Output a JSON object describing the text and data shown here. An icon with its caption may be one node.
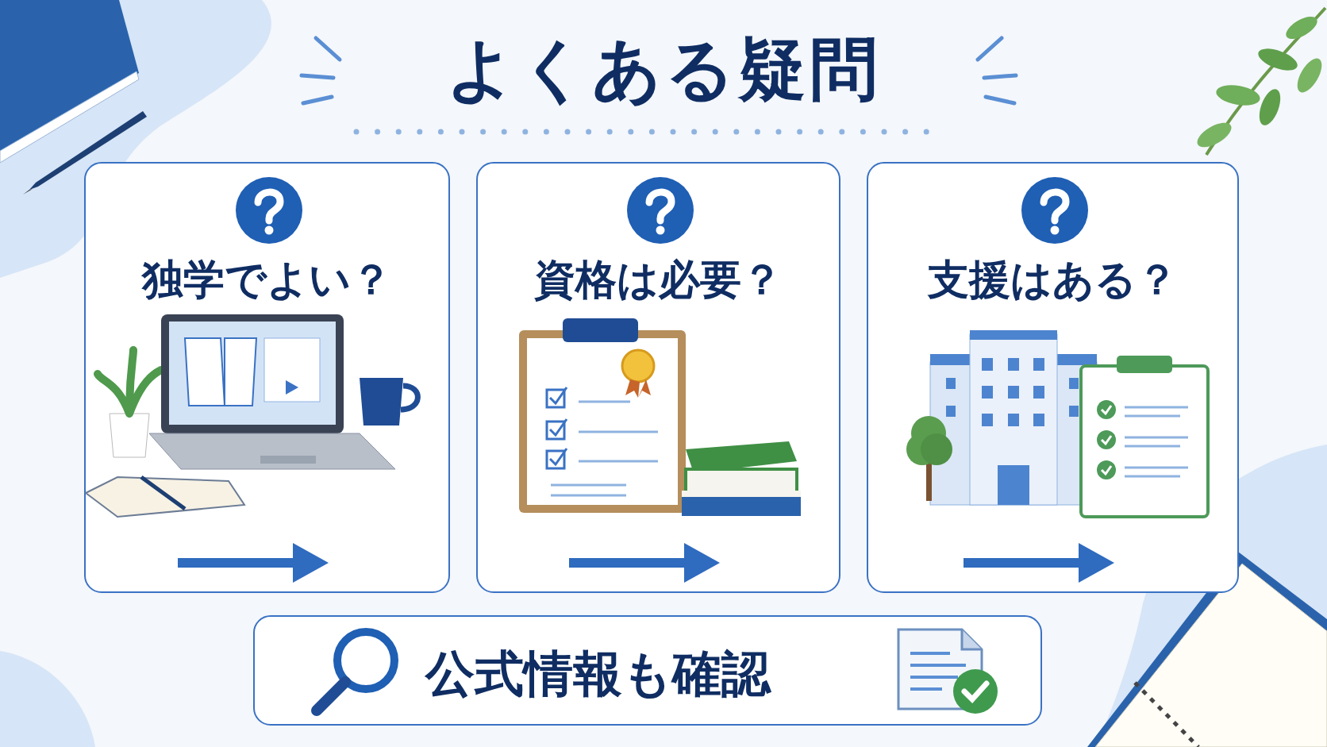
{
  "diagram": {
    "title": "よくある疑問",
    "nodes": [
      {
        "text": [
          "独学でよい？"
        ]
      },
      {
        "text": [
          "資格は必要？"
        ]
      },
      {
        "text": [
          "支援はある？"
        ]
      },
      {
        "text": [
          "公式情報も確認"
        ]
      }
    ]
  }
}
